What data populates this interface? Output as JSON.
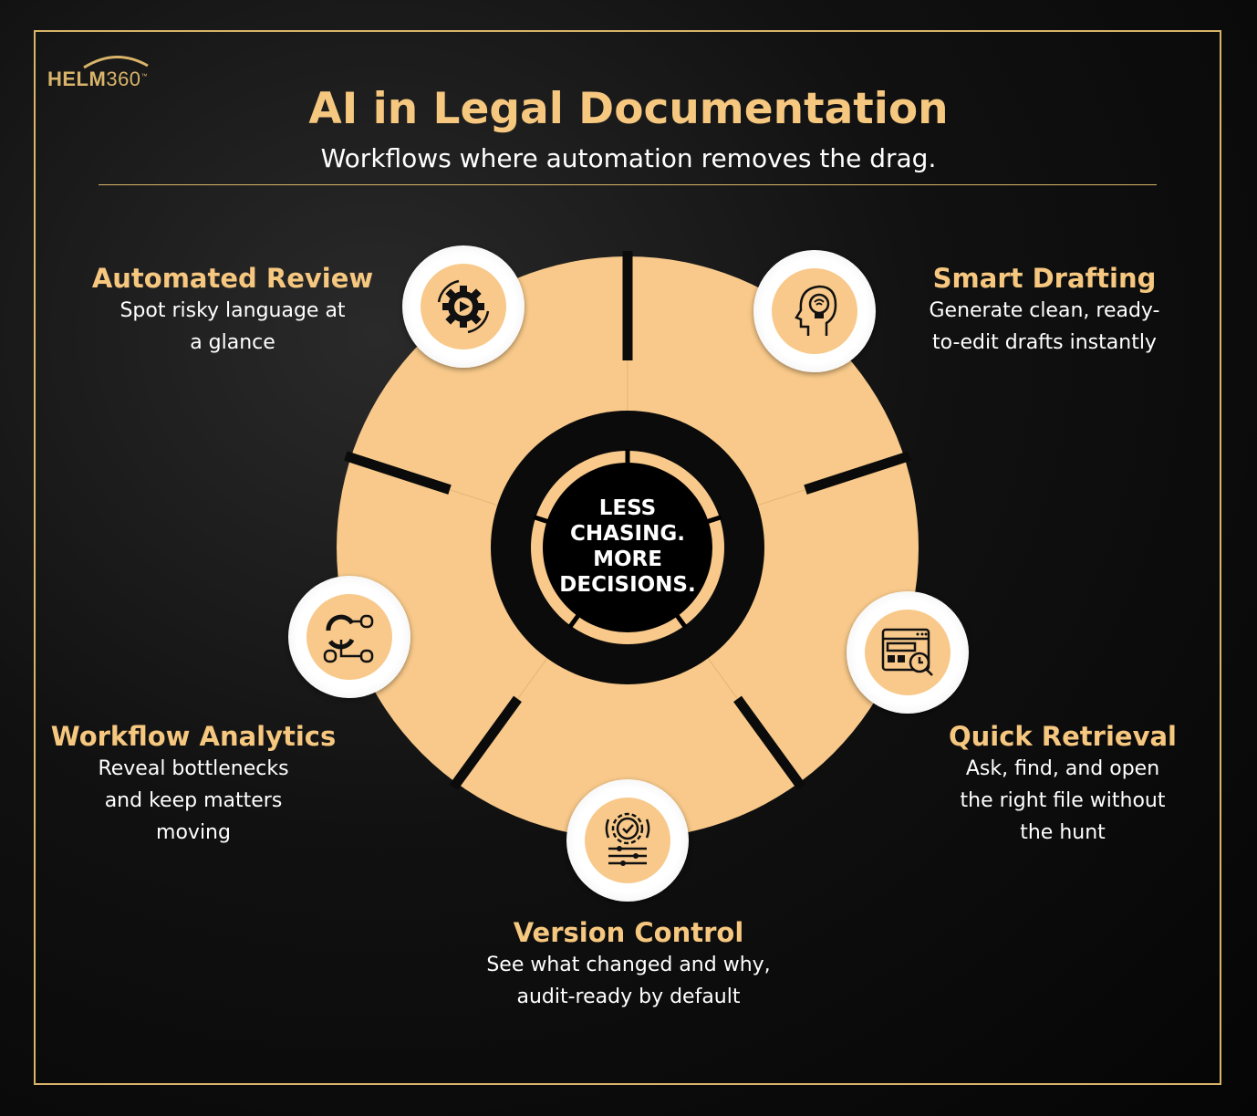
{
  "logo": {
    "text_bold": "HELM",
    "text_light": "360",
    "tm": "™"
  },
  "header": {
    "title": "AI in Legal Documentation",
    "subtitle": "Workflows where automation removes the drag."
  },
  "center": {
    "lines": [
      "LESS",
      "CHASING.",
      "MORE",
      "DECISIONS."
    ]
  },
  "colors": {
    "accent": "#f6c77f",
    "disc": "#f8c98a",
    "frame": "#d9b46a",
    "background": "#0a0a0a"
  },
  "items": [
    {
      "title": "Automated Review",
      "lines": [
        "Spot risky language at",
        "a glance"
      ],
      "icon": "gear-play-cycle-icon"
    },
    {
      "title": "Smart Drafting",
      "lines": [
        "Generate clean, ready-",
        "to-edit drafts instantly"
      ],
      "icon": "head-lightbulb-icon"
    },
    {
      "title": "Workflow Analytics",
      "lines": [
        "Reveal bottlenecks",
        "and keep matters",
        "moving"
      ],
      "icon": "workflow-nodes-icon"
    },
    {
      "title": "Quick Retrieval",
      "lines": [
        "Ask, find, and open",
        "the right file without",
        "the hunt"
      ],
      "icon": "browser-search-clock-icon"
    },
    {
      "title": "Version Control",
      "lines": [
        "See what changed and why,",
        "audit-ready by default"
      ],
      "icon": "gear-check-sliders-icon"
    }
  ]
}
